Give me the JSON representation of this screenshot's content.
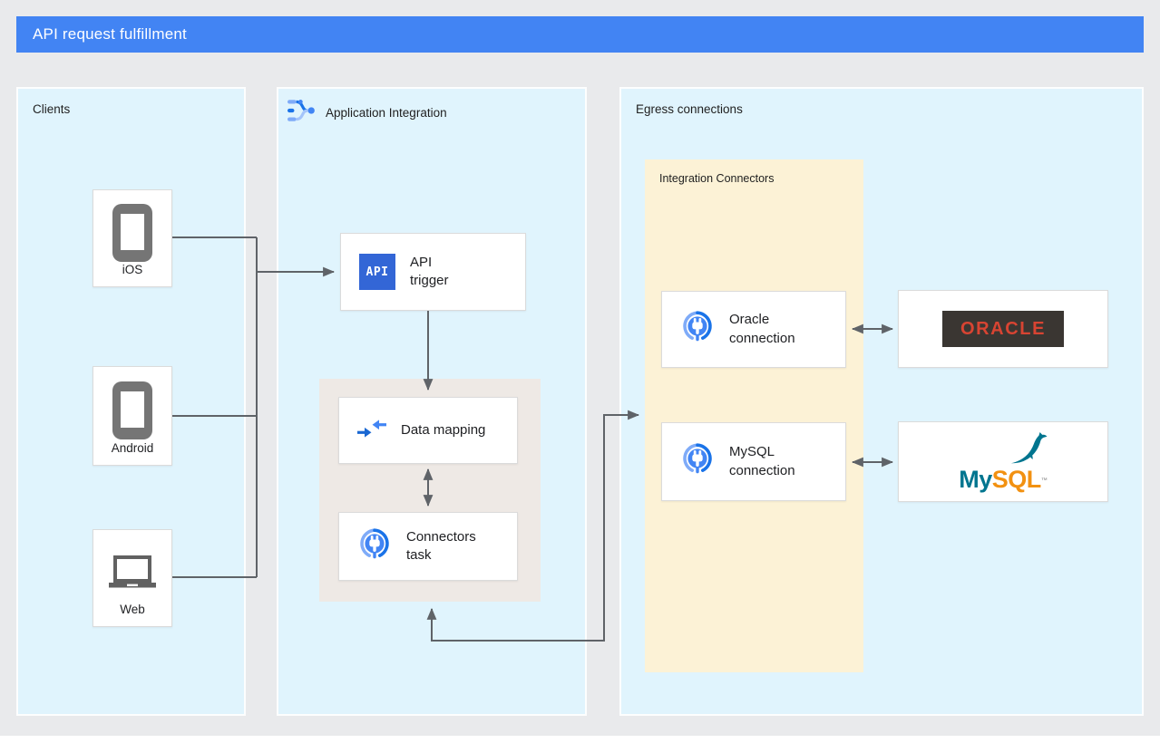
{
  "header": {
    "title": "API request fulfillment"
  },
  "clients": {
    "title": "Clients",
    "items": [
      {
        "label": "iOS",
        "icon": "smartphone-icon"
      },
      {
        "label": "Android",
        "icon": "smartphone-icon"
      },
      {
        "label": "Web",
        "icon": "laptop-icon"
      }
    ]
  },
  "application_integration": {
    "title": "Application Integration",
    "icon": "application-integration-icon",
    "api_trigger": {
      "label": "API trigger",
      "badge": "API"
    },
    "data_mapping": {
      "label": "Data mapping",
      "icon": "data-mapping-arrows-icon"
    },
    "connectors_task": {
      "label": "Connectors task",
      "icon": "connector-plug-icon"
    }
  },
  "egress": {
    "title": "Egress connections",
    "integration_connectors": {
      "title": "Integration Connectors",
      "oracle_connection": {
        "label": "Oracle connection",
        "icon": "connector-plug-icon"
      },
      "mysql_connection": {
        "label": "MySQL connection",
        "icon": "connector-plug-icon"
      }
    },
    "oracle_logo": {
      "text": "ORACLE"
    },
    "mysql_logo": {
      "text_my": "My",
      "text_sql": "SQL",
      "trademark": "™"
    }
  },
  "colors": {
    "header_bg": "#4284F3",
    "panel_bg": "#E0F4FD",
    "connectors_bg": "#FCF2D6",
    "tasks_bg": "#EEE9E5",
    "arrow": "#5F6368",
    "card_border": "#DBDBDB",
    "api_icon_bg": "#3366D6",
    "icon_blue": "#4285F4",
    "icon_blue_dark": "#1A73E8",
    "icon_blue_light": "#7FABF8",
    "device_gray": "#757575",
    "oracle_bg": "#3A3632",
    "oracle_red": "#D84432",
    "mysql_teal": "#00758F",
    "mysql_orange": "#F29111"
  }
}
